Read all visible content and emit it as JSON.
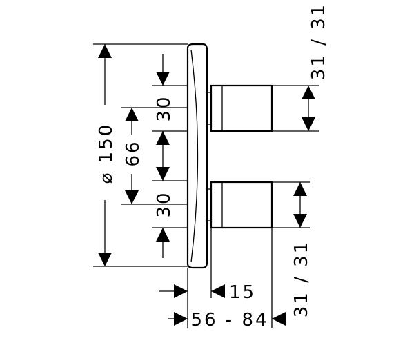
{
  "labels": {
    "diameter": "⌀ 150",
    "span_66": "66",
    "upper_30": "30",
    "lower_30": "30",
    "handle_top": "31 / 31",
    "handle_bottom": "31 / 31",
    "depth_15": "15",
    "depth_range": "56 - 84"
  }
}
